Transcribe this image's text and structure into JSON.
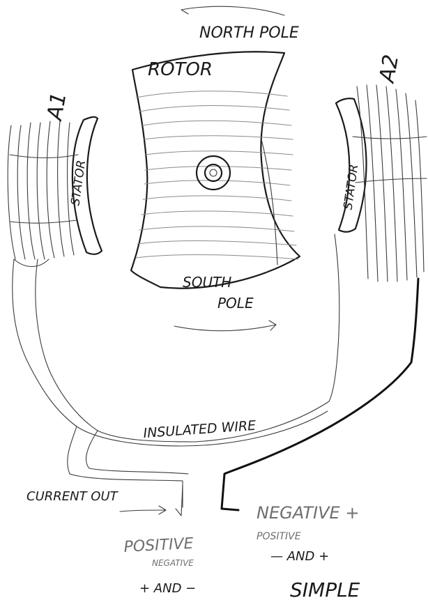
{
  "labels": {
    "north_pole": "NORTH POLE",
    "rotor": "ROTOR",
    "south_pole_line1": "SOUTH",
    "south_pole_line2": "POLE",
    "stator_left": "STATOR",
    "stator_right": "STATOR",
    "a1": "A1",
    "a2": "A2",
    "insulated_wire": "INSULATED WIRE",
    "current_out": "CURRENT OUT",
    "positive": "POSITIVE",
    "negative_small": "NEGATIVE",
    "plus_and_minus": "+ AND −",
    "negative_plus": "NEGATIVE +",
    "positive_small": "POSITIVE",
    "minus_and_plus": "— AND +",
    "simple": "SIMPLE"
  },
  "colors": {
    "ink": "#1a1a1a",
    "pencil": "#8a8a8a",
    "paper": "#ffffff"
  }
}
